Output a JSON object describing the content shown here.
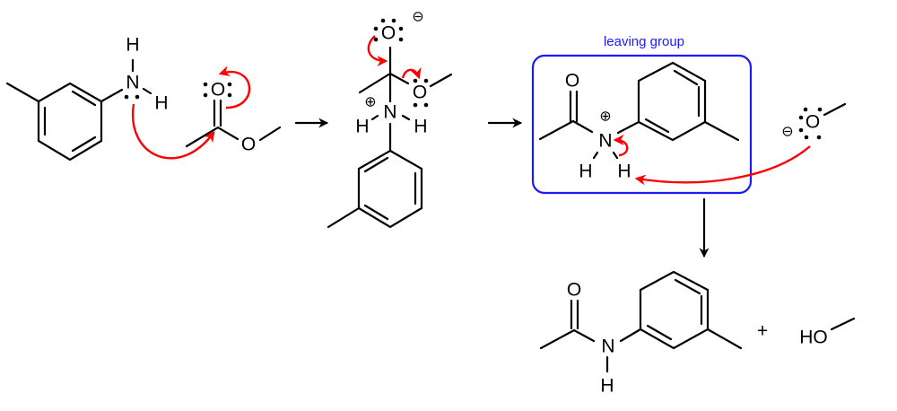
{
  "title": "Aminolysis of methyl acetate by m-toluidine",
  "colors": {
    "bonds": "#000000",
    "electron_arrows": "#ff0000",
    "highlight_box": "#1a1aff"
  },
  "reactant_amine": {
    "N": "N",
    "H1": "H",
    "H2": "H"
  },
  "reactant_ester": {
    "O_carbonyl": "O",
    "O_ester": "O"
  },
  "intermediate": {
    "O_top": "O",
    "O_charge": "⊖",
    "O_right": "O",
    "N": "N",
    "N_charge": "⊕",
    "H1": "H",
    "H2": "H"
  },
  "protonated_amide": {
    "label": "leaving group",
    "O": "O",
    "N": "N",
    "N_charge": "⊕",
    "H1": "H",
    "H2": "H"
  },
  "methoxide": {
    "O": "O",
    "charge": "⊖"
  },
  "product_amide": {
    "O": "O",
    "N": "N",
    "H": "H"
  },
  "plus": "+",
  "methanol": {
    "HO": "HO"
  }
}
